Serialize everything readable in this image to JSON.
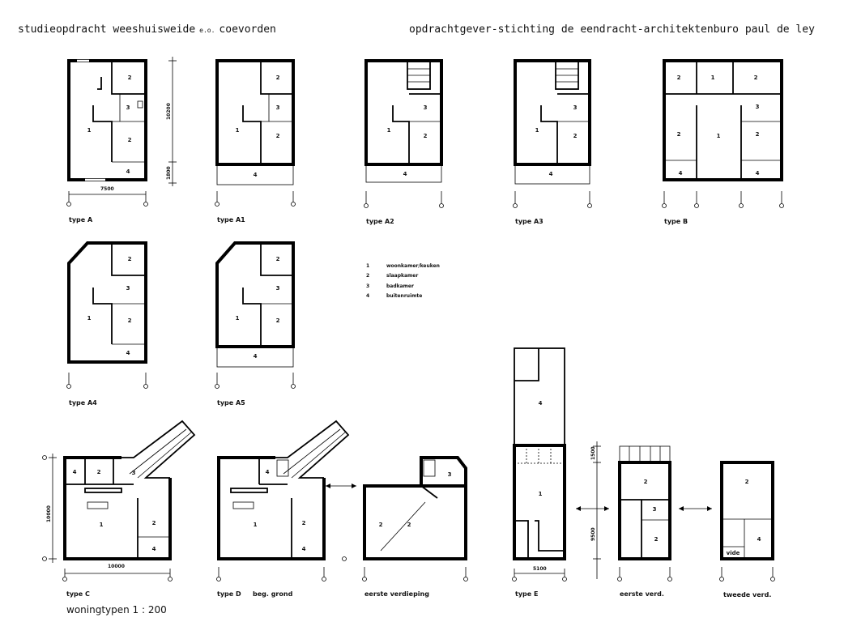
{
  "header": {
    "title_left_main": "studieopdracht weeshuisweide",
    "title_left_small": "e.o.",
    "title_left_end": "coevorden",
    "title_right": "opdrachtgever-stichting de eendracht-architektenburo paul de ley"
  },
  "types": {
    "a": "type A",
    "a1": "type A1",
    "a2": "type A2",
    "a3": "type A3",
    "b": "type B",
    "a4": "type A4",
    "a5": "type A5",
    "c": "type C",
    "d": "type D",
    "d_sub": "beg. grond",
    "d_first": "eerste verdieping",
    "e": "type E",
    "e_first": "eerste verd.",
    "e_second": "tweede verd."
  },
  "rooms": {
    "r1": "1",
    "r2": "2",
    "r3": "3",
    "r4": "4",
    "vide": "vide"
  },
  "dimensions": {
    "a_width": "7500",
    "a_depth": "10200",
    "a_terrace": "1800",
    "c_depth": "10000",
    "c_width": "10000",
    "e_width": "5100",
    "e_front": "1500",
    "e_depth": "9500"
  },
  "legend": [
    {
      "num": "1",
      "label": "woonkamer/keuken"
    },
    {
      "num": "2",
      "label": "slaapkamer"
    },
    {
      "num": "3",
      "label": "badkamer"
    },
    {
      "num": "4",
      "label": "buitenruimte"
    }
  ],
  "scale_caption": "woningtypen 1 : 200"
}
